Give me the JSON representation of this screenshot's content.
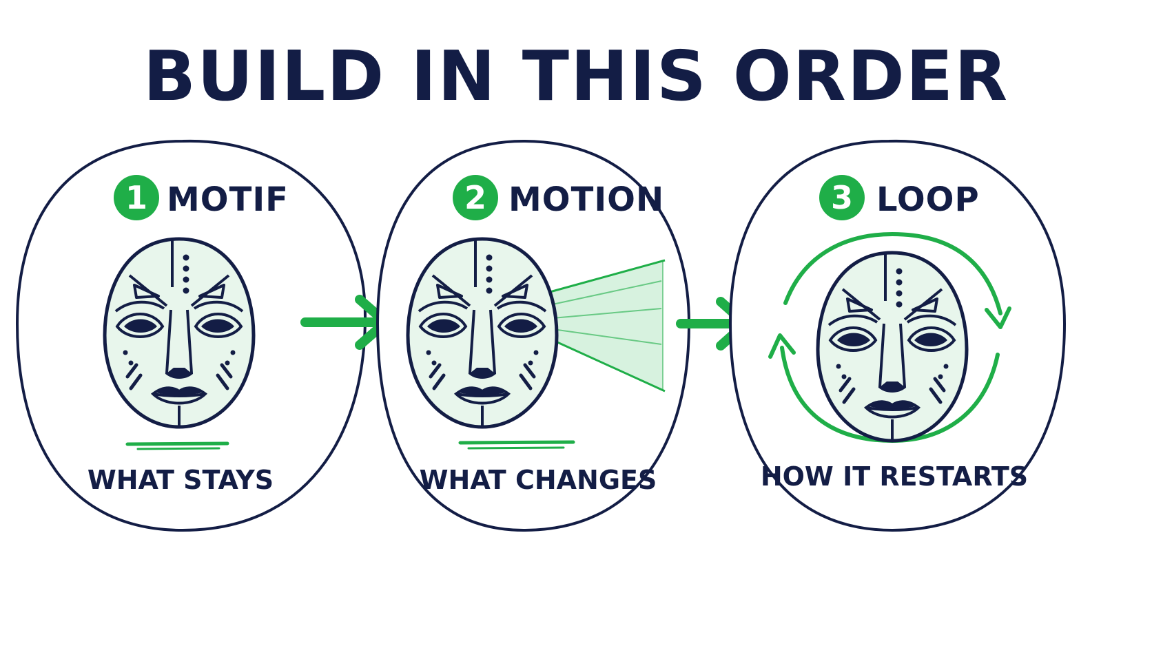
{
  "title": "BUILD IN THIS ORDER",
  "colors": {
    "ink": "#131d45",
    "accent": "#1fae48",
    "mask_fill": "#e8f6ec",
    "motion_beam": "#c9eed4"
  },
  "steps": [
    {
      "number": "1",
      "label": "MOTIF",
      "caption": "WHAT STAYS",
      "icon": "tribal-mask-icon"
    },
    {
      "number": "2",
      "label": "MOTION",
      "caption": "WHAT CHANGES",
      "icon": "tribal-mask-icon"
    },
    {
      "number": "3",
      "label": "LOOP",
      "caption": "HOW IT RESTARTS",
      "icon": "tribal-mask-icon"
    }
  ],
  "connectors": [
    "arrow-right-icon",
    "arrow-right-icon"
  ],
  "decorations": {
    "motion": "motion-lines-icon",
    "loop": "circular-arrows-icon"
  }
}
